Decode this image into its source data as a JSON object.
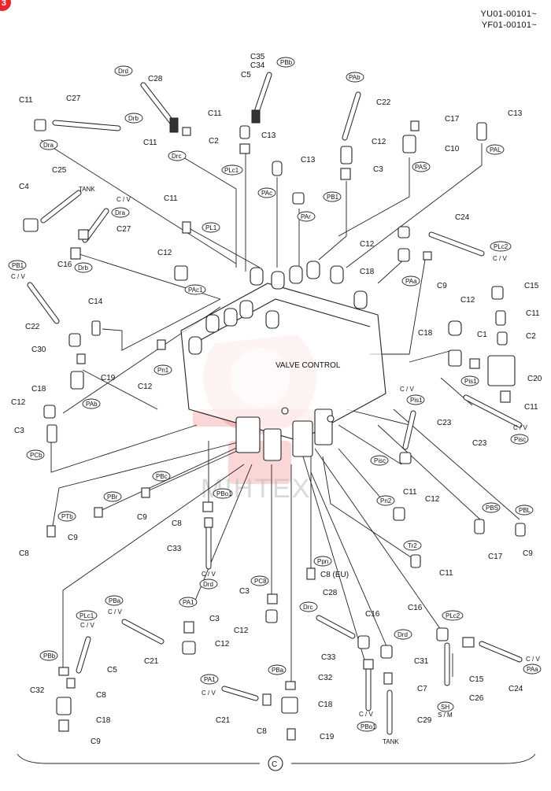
{
  "header": {
    "serial_1": "YU01-00101~",
    "serial_2": "YF01-00101~",
    "corner_badge": "3"
  },
  "main_label": "VALVE CONTROL",
  "watermark": "MIHTEX",
  "footer": {
    "section_mark": "C"
  },
  "labels": {
    "c11_tl": "C11",
    "c27_tl": "C27",
    "c28_top": "C28",
    "c35": "C35",
    "c34": "C34",
    "c5_top": "C5",
    "c11_a": "C11",
    "c2_a": "C2",
    "c13_a": "C13",
    "c13_b": "C13",
    "c22_top": "C22",
    "c12_top": "C12",
    "c3_top": "C3",
    "c17_top": "C17",
    "c10": "C10",
    "c13_right": "C13",
    "c11_b": "C11",
    "c25": "C25",
    "tank_top": "TANK",
    "c4": "C4",
    "cv_a": "C / V",
    "c27_b": "C27",
    "c11_c": "C11",
    "c16_left": "C16",
    "c24_top": "C24",
    "c12_r": "C12",
    "cv_plc2": "C / V",
    "c18_r": "C18",
    "c9_r": "C9",
    "c12_mid": "C12",
    "cv_pb1": "C / V",
    "c22_left": "C22",
    "c14": "C14",
    "c30": "C30",
    "c19": "C19",
    "c18_left": "C18",
    "c12_pn1": "C12",
    "c12_left": "C12",
    "c3_left": "C3",
    "c15_r": "C15",
    "c11_r1": "C11",
    "c2_r": "C2",
    "c12_r2": "C12",
    "c18_r2": "C18",
    "c1": "C1",
    "c20": "C20",
    "c11_r2": "C11",
    "cv_pis1": "C / V",
    "c23_a": "C23",
    "c23_b": "C23",
    "cv_pisc": "C / V",
    "c11_r3": "C11",
    "c12_pn2": "C12",
    "c17_r": "C17",
    "c9_r2": "C9",
    "c11_tr2": "C11",
    "c9_pbc": "C9",
    "c9_pbr": "C9",
    "c8_left": "C8",
    "c8_mid": "C8",
    "c33_a": "C33",
    "cv_drd": "C / V",
    "c3_pc8": "C3",
    "c12_pc8": "C12",
    "c8_eu": "C8 (EU)",
    "c3_pa1": "C3",
    "c12_pa1": "C12",
    "cv_pba": "C / V",
    "c21_a": "C21",
    "cv_plc1": "C / V",
    "c5_bot": "C5",
    "c32_a": "C32",
    "c8_bot": "C8",
    "c18_bot": "C18",
    "c9_bot": "C9",
    "cv_pa1": "C / V",
    "c21_b": "C21",
    "c8_b2": "C8",
    "c32_b": "C32",
    "c18_b2": "C18",
    "c19_b": "C19",
    "c28_b": "C28",
    "c16_b": "C16",
    "c31": "C31",
    "c33_b": "C33",
    "c7": "C7",
    "cv_pbo1b": "C / V",
    "c29": "C29",
    "tank_bot": "TANK",
    "c16_r": "C16",
    "c15_b": "C15",
    "c26": "C26",
    "sm": "S / M",
    "c24_b": "C24",
    "cv_paa": "C / V"
  },
  "bubbles": {
    "pbb": "PBb",
    "drd": "Drd",
    "drb": "Drb",
    "dra": "Dra",
    "drc": "Drc",
    "plc1": "PLc1",
    "pab": "PAb",
    "pac": "PAc",
    "pb1": "PB1",
    "pas": "PAS",
    "pal": "PAL",
    "par": "PAr",
    "pl1": "PL1",
    "dra2": "Dra",
    "drb2": "Drb",
    "plc2": "PLc2",
    "paa": "PAa",
    "pb1_left": "PB1",
    "pac1": "PAc1",
    "pn1": "Pn1",
    "pab_left": "PAb",
    "pcb": "PCb",
    "pis1": "Pis1",
    "pis1_b": "Pis1",
    "pisc": "Pisc",
    "pisc_b": "Pisc",
    "pn2": "Pn2",
    "pbs": "PBS",
    "pbl": "PBL",
    "tr2": "Tr2",
    "pbc": "PBc",
    "pbr": "PBr",
    "ptb": "PTb",
    "pbo1": "PBo1",
    "drd_b": "Drd",
    "ppn": "Ppn",
    "pc8": "PC8",
    "pa1": "PA1",
    "pba": "PBa",
    "plc1_b": "PLc1",
    "pbb_b": "PBb",
    "pa1_b": "PA1",
    "pba_b": "PBa",
    "drc_b": "Drc",
    "drd_c": "Drd",
    "pbo1_b": "PBo1",
    "plc2_b": "PLc2",
    "sh": "SH",
    "paa_b": "PAa"
  }
}
